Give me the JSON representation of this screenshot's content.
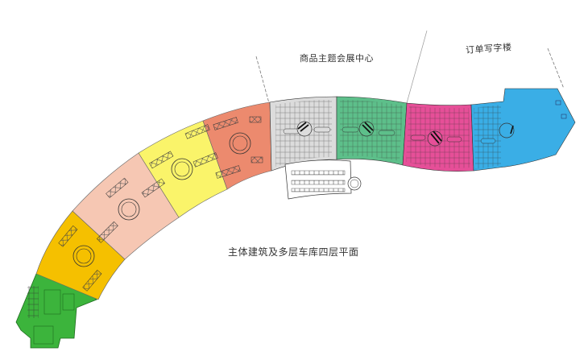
{
  "labels": {
    "expo_center": "商品主题会展中心",
    "office_tower": "订单写字楼",
    "main_plan": "主体建筑及多层车库四层平面"
  },
  "zones": [
    {
      "name": "green-annex",
      "color": "#3cb43c"
    },
    {
      "name": "orange-zone",
      "color": "#f5c000"
    },
    {
      "name": "peach-zone",
      "color": "#f6c7b3"
    },
    {
      "name": "yellow-zone",
      "color": "#faf46a"
    },
    {
      "name": "salmon-zone",
      "color": "#ec8a6e"
    },
    {
      "name": "grey-parking",
      "color": "#dcdcdc"
    },
    {
      "name": "teal-parking",
      "color": "#5dbf8a"
    },
    {
      "name": "magenta-parking",
      "color": "#e64f98"
    },
    {
      "name": "blue-parking",
      "color": "#3aaee6"
    },
    {
      "name": "blue-hall",
      "color": "#3cb0e8"
    }
  ]
}
